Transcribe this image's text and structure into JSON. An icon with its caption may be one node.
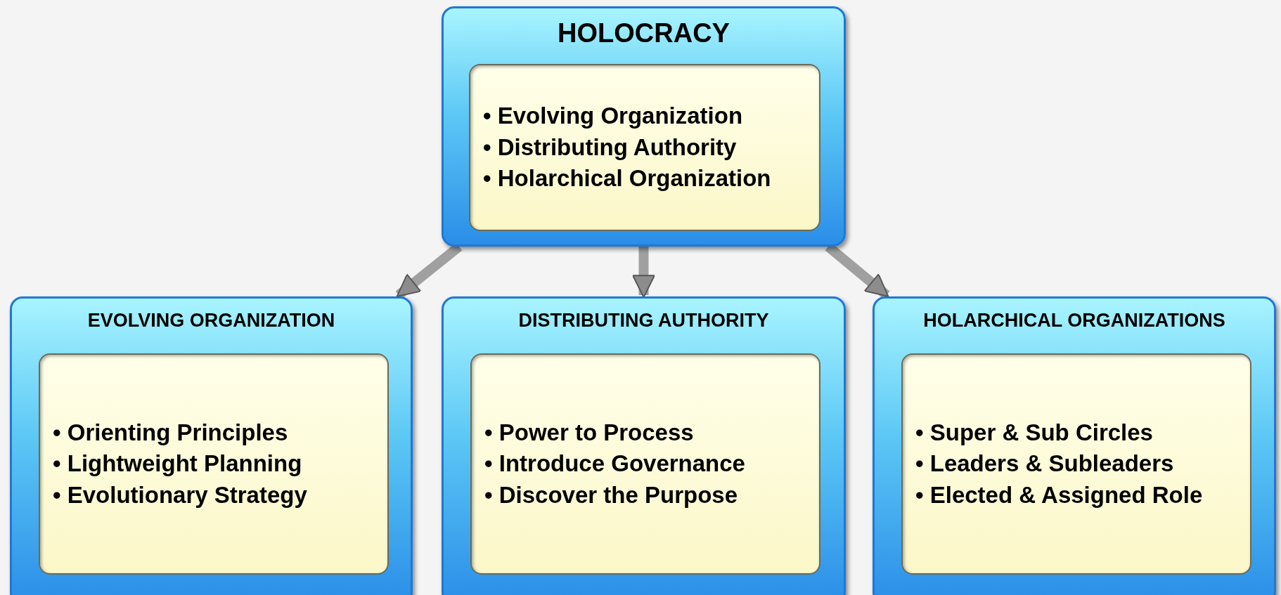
{
  "diagram": {
    "nodes": [
      {
        "text": [
          "HOLOCRACY"
        ]
      },
      {
        "text": [
          "• Evolving Organization",
          "• Distributing Authority",
          "• Holarchical Organization"
        ],
        "in": 0
      },
      {
        "text": [
          "EVOLVING ORGANIZATION"
        ]
      },
      {
        "text": [
          "• Orienting Principles",
          "• Lightweight Planning",
          "• Evolutionary Strategy"
        ],
        "in": 2
      },
      {
        "text": [
          "DISTRIBUTING AUTHORITY"
        ]
      },
      {
        "text": [
          "• Power to Process",
          "• Introduce Governance",
          "• Discover the Purpose"
        ],
        "in": 4
      },
      {
        "text": [
          "HOLARCHICAL ORGANIZATIONS"
        ]
      },
      {
        "text": [
          "• Super & Sub Circles",
          "• Leaders & Subleaders",
          "• Elected & Assigned Role"
        ],
        "in": 6
      }
    ],
    "edges": [
      {
        "from": 0,
        "to": 2,
        "arrow": "to"
      },
      {
        "from": 0,
        "to": 4,
        "arrow": "to"
      },
      {
        "from": 0,
        "to": 6,
        "arrow": "to"
      }
    ]
  }
}
